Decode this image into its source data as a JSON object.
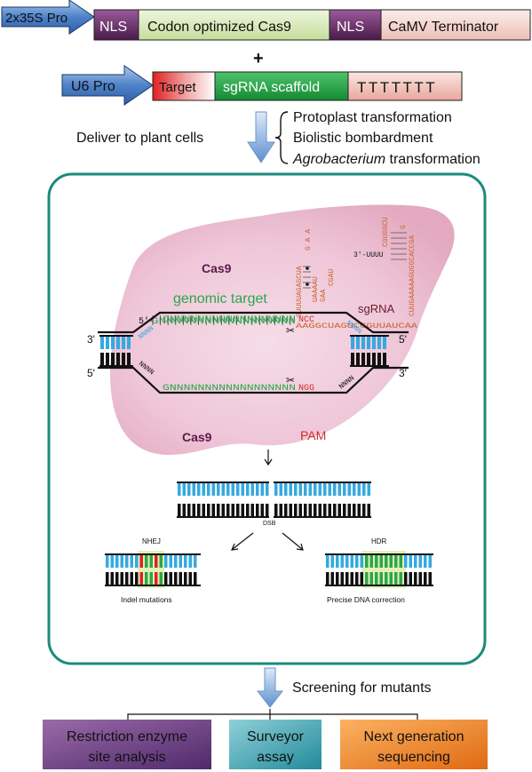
{
  "construct1": {
    "promoter": "2x35S Pro",
    "nls_left": "NLS",
    "cas9": "Codon optimized Cas9",
    "nls_right": "NLS",
    "terminator": "CaMV Terminator"
  },
  "plus": "+",
  "construct2": {
    "promoter": "U6 Pro",
    "target": "Target",
    "scaffold": "sgRNA scaffold",
    "poly_t": "TTTTTTT"
  },
  "delivery": {
    "label": "Deliver to plant cells",
    "methods": [
      "Protoplast transformation",
      "Biolistic bombardment"
    ],
    "method3_italic": "Agrobacterium",
    "method3_rest": " transformation"
  },
  "mechanism": {
    "cas9_top": "Cas9",
    "cas9_bottom": "Cas9",
    "genomic_target": "genomic target",
    "sgrna": "sgRNA",
    "pam": "PAM",
    "target_top_strand": "GNNNNNNNNNNNNNNNNNN",
    "target_comp_strand": "CNNNNNNNNNNNNNNNNNN",
    "bottom_strand": "GNNNNNNNNNNNNNNNNNN",
    "ncc": "NCC",
    "ngg": "NGG",
    "five_prime": "5'-",
    "three_prime_sg": "3'-UUUU",
    "end_3p": "3'",
    "end_5p": "5'",
    "nnnn": "NNNN",
    "sgrna_bottom": "AAGGCUAGUCCGUUAUCAA",
    "sgrna_stem1": "GUUUUAGAGCUA",
    "sgrna_stem2": "UAAAAU",
    "sgrna_loop1": "G A A",
    "sgrna_cgau": "CGAU",
    "sgrna_gaa": "GAA",
    "sgrna_hairpin1": "CGUGGCU",
    "sgrna_hairpin2": "CUUGAAAAAGUGGCACCGA",
    "sgrna_g": "G",
    "dsb": "DSB",
    "nhej": "NHEJ",
    "hdr": "HDR",
    "indel": "Indel mutations",
    "precise": "Precise DNA correction"
  },
  "screening": {
    "label": "Screening for mutants",
    "methods": [
      {
        "line1": "Restriction enzyme",
        "line2": "site analysis"
      },
      {
        "line1": "Surveyor",
        "line2": "assay"
      },
      {
        "line1": "Next generation",
        "line2": "sequencing"
      }
    ]
  },
  "colors": {
    "arrow_blue": "#4f82c8",
    "nls_purple": "#6b2a6b",
    "cas9_green": "#d7e8b8",
    "terminator_pink": "#f3d3cd",
    "frame_teal": "#1b8a7c",
    "dna_blue": "#35a9e0",
    "genomic_green": "#2aa74a",
    "pam_red": "#d42a2a",
    "sg_orange": "#c9602a"
  }
}
